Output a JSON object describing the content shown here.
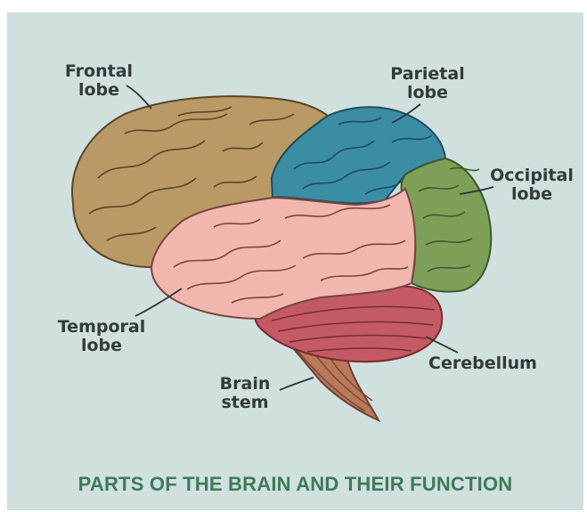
{
  "title": "PARTS OF THE BRAIN AND THEIR FUNCTION",
  "colors": {
    "background": "#cfe0df",
    "frontal": "#b99a66",
    "parietal": "#3b8da3",
    "occipital": "#7e9f58",
    "temporal": "#f1b7ae",
    "cerebellum": "#c45a63",
    "brainstem": "#b9795a",
    "title": "#3e7a58",
    "label": "#333a3b"
  },
  "labels": {
    "frontal": {
      "line1": "Frontal",
      "line2": "lobe"
    },
    "parietal": {
      "line1": "Parietal",
      "line2": "lobe"
    },
    "occipital": {
      "line1": "Occipital",
      "line2": "lobe"
    },
    "temporal": {
      "line1": "Temporal",
      "line2": "lobe"
    },
    "cerebellum": {
      "line1": "Cerebellum"
    },
    "brainstem": {
      "line1": "Brain",
      "line2": "stem"
    }
  }
}
